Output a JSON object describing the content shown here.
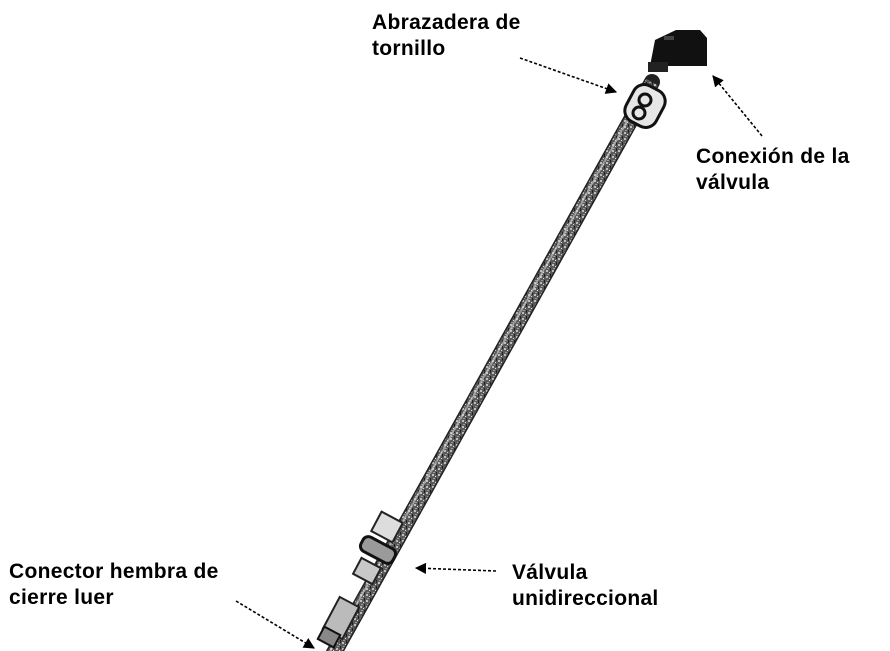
{
  "labels": {
    "screw_clamp": {
      "line1": "Abrazadera de",
      "line2": "tornillo"
    },
    "valve_connection": {
      "line1": "Conexión de la",
      "line2": "válvula"
    },
    "female_luer": {
      "line1": "Conector hembra de",
      "line2": "cierre luer"
    },
    "one_way_valve": {
      "line1": "Válvula",
      "line2": "unidireccional"
    }
  },
  "colors": {
    "background": "#ffffff",
    "text": "#000000",
    "tube_dark": "#2a2a2a",
    "tube_light": "#8c8c8c",
    "connector": "#111111"
  }
}
